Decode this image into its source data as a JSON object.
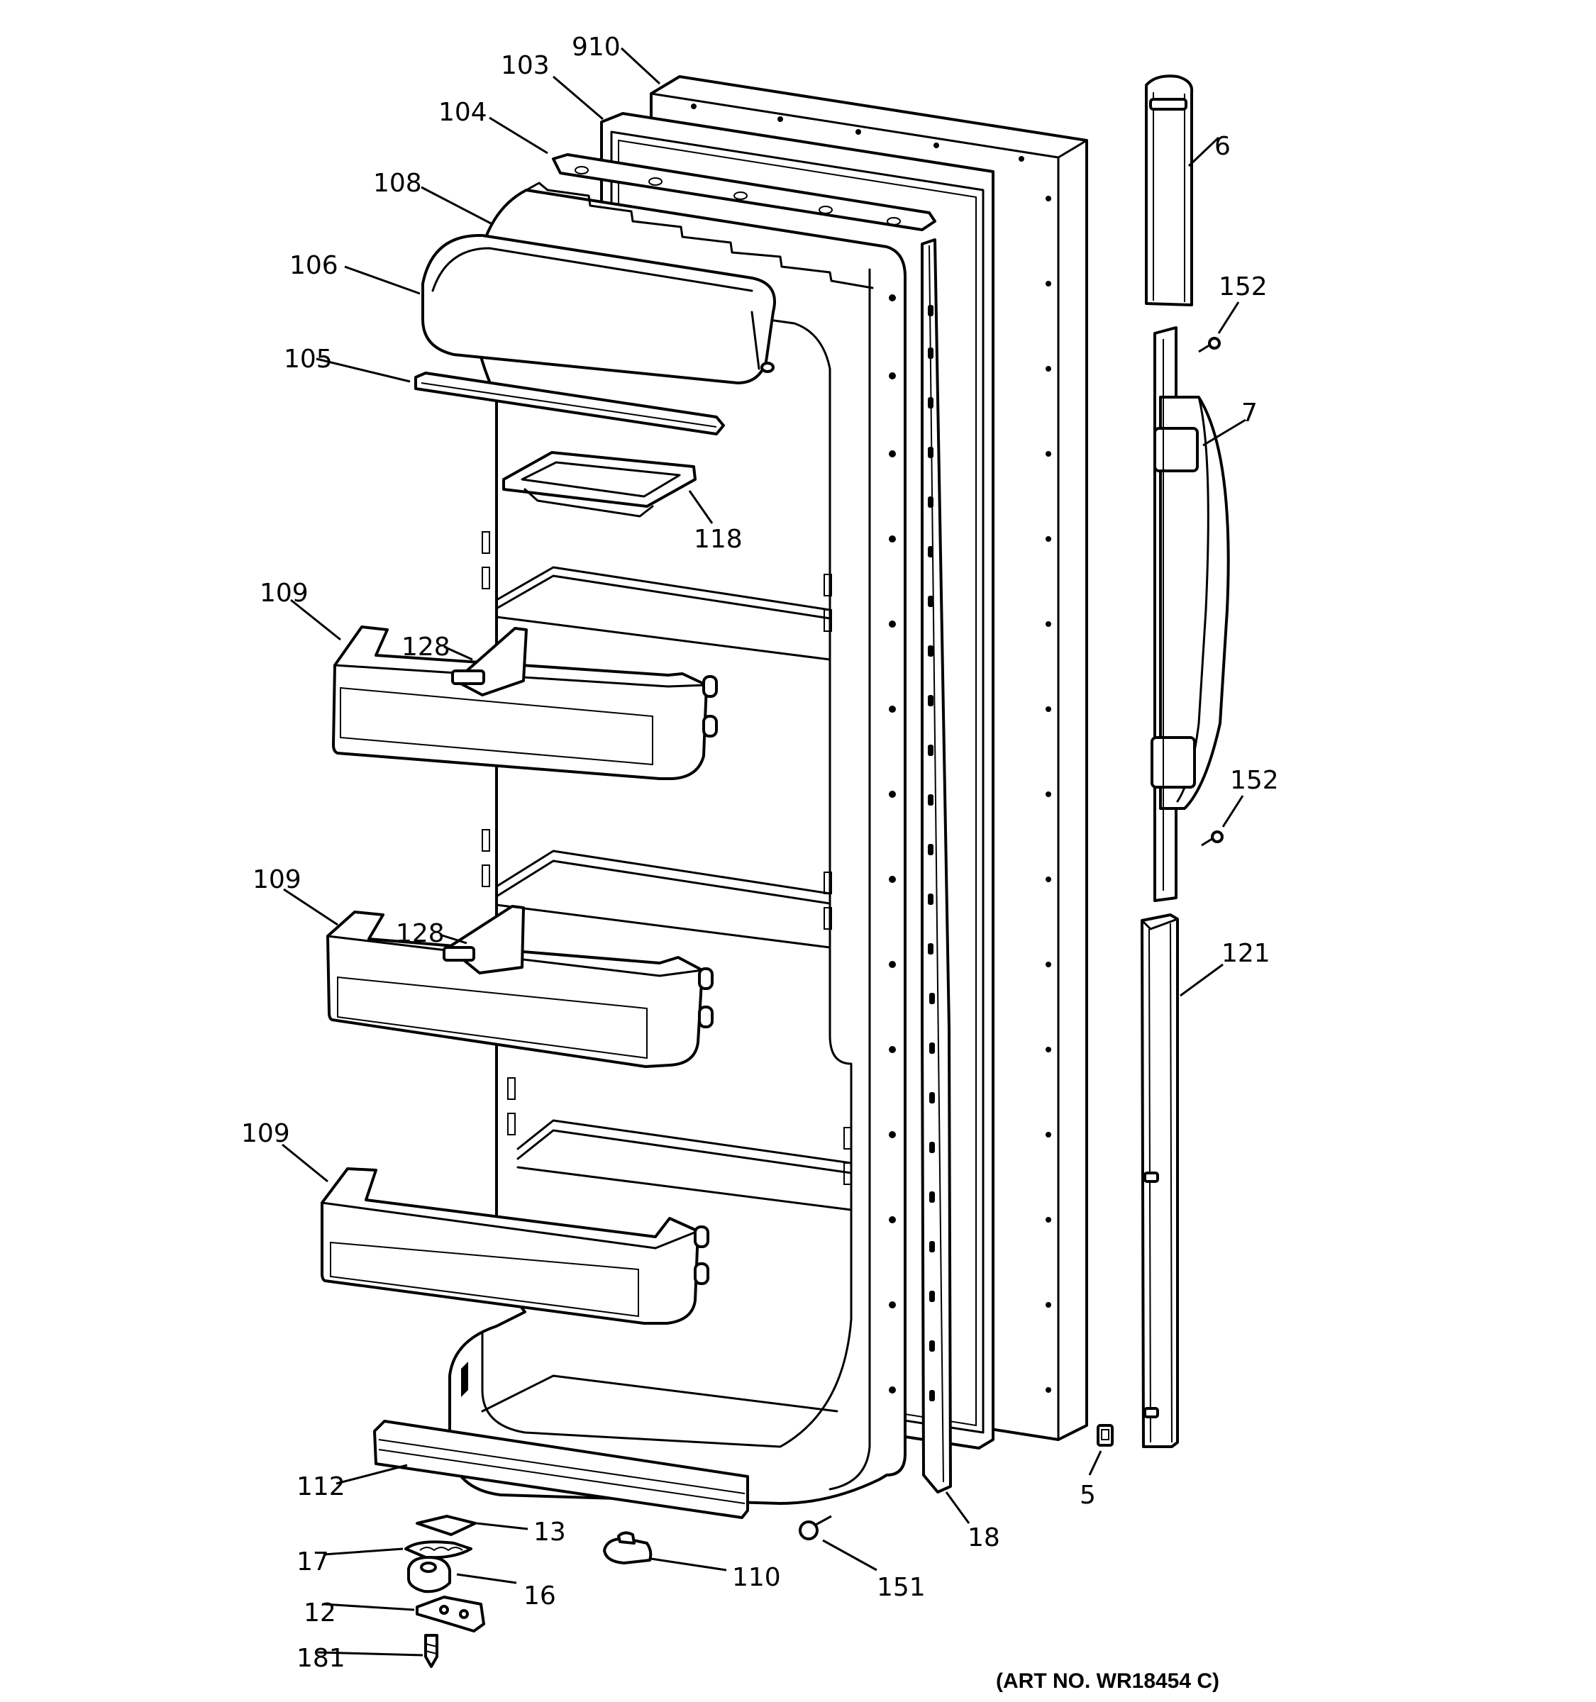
{
  "labels": {
    "p910": "910",
    "p103": "103",
    "p104": "104",
    "p108": "108",
    "p106": "106",
    "p105": "105",
    "p118": "118",
    "p109a": "109",
    "p128a": "128",
    "p109b": "109",
    "p128b": "128",
    "p109c": "109",
    "p112": "112",
    "p13": "13",
    "p17": "17",
    "p16": "16",
    "p12": "12",
    "p181": "181",
    "p110": "110",
    "p151": "151",
    "p18": "18",
    "p5": "5",
    "p6": "6",
    "p152a": "152",
    "p7": "7",
    "p152b": "152",
    "p121": "121"
  },
  "art_number": "(ART NO. WR18454 C)"
}
